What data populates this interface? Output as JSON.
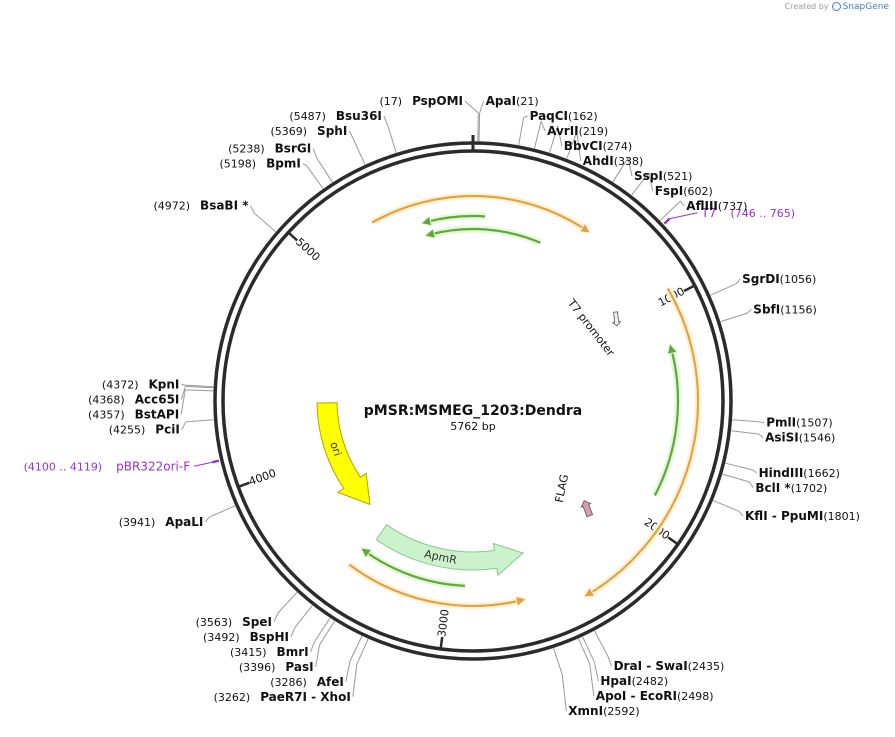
{
  "watermark": {
    "created_by": "Created by",
    "brand": "SnapGene"
  },
  "plasmid": {
    "name": "pMSR:MSMEG_1203:Dendra",
    "size_label": "5762 bp",
    "total_bp": 5762
  },
  "ticks": [
    {
      "bp": 1000,
      "label": "1000"
    },
    {
      "bp": 2000,
      "label": "2000"
    },
    {
      "bp": 3000,
      "label": "3000"
    },
    {
      "bp": 4000,
      "label": "4000"
    },
    {
      "bp": 5000,
      "label": "5000"
    }
  ],
  "features": [
    {
      "id": "orange-top",
      "type": "outline-arrow",
      "color": "#e6a23c",
      "fill": "#fff3dc",
      "start": 5290,
      "end": 560,
      "direction": 1,
      "radius": 205
    },
    {
      "id": "orange-right",
      "type": "outline-arrow",
      "color": "#e6a23c",
      "fill": "#fff3dc",
      "start": 960,
      "end": 2410,
      "direction": 1,
      "radius": 225
    },
    {
      "id": "orange-bottom",
      "type": "outline-arrow",
      "color": "#e6a23c",
      "fill": "#fff3dc",
      "start": 2640,
      "end": 3475,
      "direction": -1,
      "radius": 205
    },
    {
      "id": "green-top-inner1",
      "type": "outline-arrow",
      "color": "#5fa83a",
      "fill": "#e6f7dc",
      "start": 5500,
      "end": 60,
      "direction": -1,
      "radius": 185
    },
    {
      "id": "green-top-inner2",
      "type": "outline-arrow",
      "color": "#5fa83a",
      "fill": "#e6f7dc",
      "start": 5500,
      "end": 370,
      "direction": -1,
      "radius": 172
    },
    {
      "id": "green-right",
      "type": "outline-arrow",
      "color": "#5fa83a",
      "fill": "#e6f7dc",
      "start": 1180,
      "end": 1880,
      "direction": -1,
      "radius": 205
    },
    {
      "id": "green-bottom",
      "type": "outline-arrow",
      "color": "#5fa83a",
      "fill": "#e6f7dc",
      "start": 2920,
      "end": 3480,
      "direction": 1,
      "radius": 185
    },
    {
      "id": "ampR",
      "type": "block-arrow",
      "label": "ApmR",
      "color": "#86c98a",
      "fill": "#ccf2cc",
      "text_color": "#333333",
      "start": 2590,
      "end": 3440,
      "direction": -1,
      "radius": 160,
      "width": 18
    },
    {
      "id": "ori",
      "type": "block-arrow",
      "label": "ori",
      "color": "#b9a300",
      "fill": "#ffff00",
      "text_color": "#333333",
      "start": 3600,
      "end": 4310,
      "direction": -1,
      "radius": 146,
      "width": 20
    }
  ],
  "small_features": [
    {
      "id": "t7-promoter",
      "label": "T7 promoter",
      "bp": 868,
      "radius": 142
    },
    {
      "id": "flag",
      "label": "FLAG",
      "bp": 2105,
      "radius": 142
    }
  ],
  "primers": [
    {
      "id": "t7",
      "label": "T7",
      "range": "(746 .. 765)",
      "bp": 755,
      "color": "#9a32cd"
    },
    {
      "id": "pbr322ori",
      "label": "pBR322ori-F",
      "range": "(4100 .. 4119)",
      "bp": 4110,
      "color": "#9a32cd"
    }
  ],
  "sites": [
    {
      "name": "PspOMI",
      "pos": "(17)",
      "bp": 17,
      "side": "left"
    },
    {
      "name": "ApaI",
      "pos": "(21)",
      "bp": 21,
      "side": "right"
    },
    {
      "name": "PaqCI",
      "pos": "(162)",
      "bp": 162,
      "side": "right"
    },
    {
      "name": "AvrII",
      "pos": "(219)",
      "bp": 219,
      "side": "right"
    },
    {
      "name": "BbvCI",
      "pos": "(274)",
      "bp": 274,
      "side": "right"
    },
    {
      "name": "AhdI",
      "pos": "(338)",
      "bp": 338,
      "side": "right"
    },
    {
      "name": "SspI",
      "pos": "(521)",
      "bp": 521,
      "side": "right"
    },
    {
      "name": "FspI",
      "pos": "(602)",
      "bp": 602,
      "side": "right"
    },
    {
      "name": "AflIII",
      "pos": "(737)",
      "bp": 737,
      "side": "right"
    },
    {
      "name": "SgrDI",
      "pos": "(1056)",
      "bp": 1056,
      "side": "right"
    },
    {
      "name": "SbfI",
      "pos": "(1156)",
      "bp": 1156,
      "side": "right"
    },
    {
      "name": "PmlI",
      "pos": "(1507)",
      "bp": 1507,
      "side": "right"
    },
    {
      "name": "AsiSI",
      "pos": "(1546)",
      "bp": 1546,
      "side": "right"
    },
    {
      "name": "HindIII",
      "pos": "(1662)",
      "bp": 1662,
      "side": "right"
    },
    {
      "name": "BclI *",
      "pos": "(1702)",
      "bp": 1702,
      "side": "right"
    },
    {
      "name": "KflI - PpuMI",
      "pos": "(1801)",
      "bp": 1801,
      "side": "right"
    },
    {
      "name": "DraI - SwaI",
      "pos": "(2435)",
      "bp": 2435,
      "side": "right"
    },
    {
      "name": "HpaI",
      "pos": "(2482)",
      "bp": 2482,
      "side": "right"
    },
    {
      "name": "ApoI - EcoRI",
      "pos": "(2498)",
      "bp": 2498,
      "side": "right"
    },
    {
      "name": "XmnI",
      "pos": "(2592)",
      "bp": 2592,
      "side": "right"
    },
    {
      "name": "PaeR7I - XhoI",
      "pos": "(3262)",
      "bp": 3262,
      "side": "left"
    },
    {
      "name": "AfeI",
      "pos": "(3286)",
      "bp": 3286,
      "side": "left"
    },
    {
      "name": "PasI",
      "pos": "(3396)",
      "bp": 3396,
      "side": "left"
    },
    {
      "name": "BmrI",
      "pos": "(3415)",
      "bp": 3415,
      "side": "left"
    },
    {
      "name": "BspHI",
      "pos": "(3492)",
      "bp": 3492,
      "side": "left"
    },
    {
      "name": "SpeI",
      "pos": "(3563)",
      "bp": 3563,
      "side": "left"
    },
    {
      "name": "ApaLI",
      "pos": "(3941)",
      "bp": 3941,
      "side": "left"
    },
    {
      "name": "PciI",
      "pos": "(4255)",
      "bp": 4255,
      "side": "left"
    },
    {
      "name": "BstAPI",
      "pos": "(4357)",
      "bp": 4357,
      "side": "left"
    },
    {
      "name": "Acc65I",
      "pos": "(4368)",
      "bp": 4368,
      "side": "left"
    },
    {
      "name": "KpnI",
      "pos": "(4372)",
      "bp": 4372,
      "side": "left"
    },
    {
      "name": "BsaBI *",
      "pos": "(4972)",
      "bp": 4972,
      "side": "left"
    },
    {
      "name": "BpmI",
      "pos": "(5198)",
      "bp": 5198,
      "side": "left"
    },
    {
      "name": "BsrGI",
      "pos": "(5238)",
      "bp": 5238,
      "side": "left"
    },
    {
      "name": "SphI",
      "pos": "(5369)",
      "bp": 5369,
      "side": "left"
    },
    {
      "name": "Bsu36I",
      "pos": "(5487)",
      "bp": 5487,
      "side": "left"
    }
  ]
}
